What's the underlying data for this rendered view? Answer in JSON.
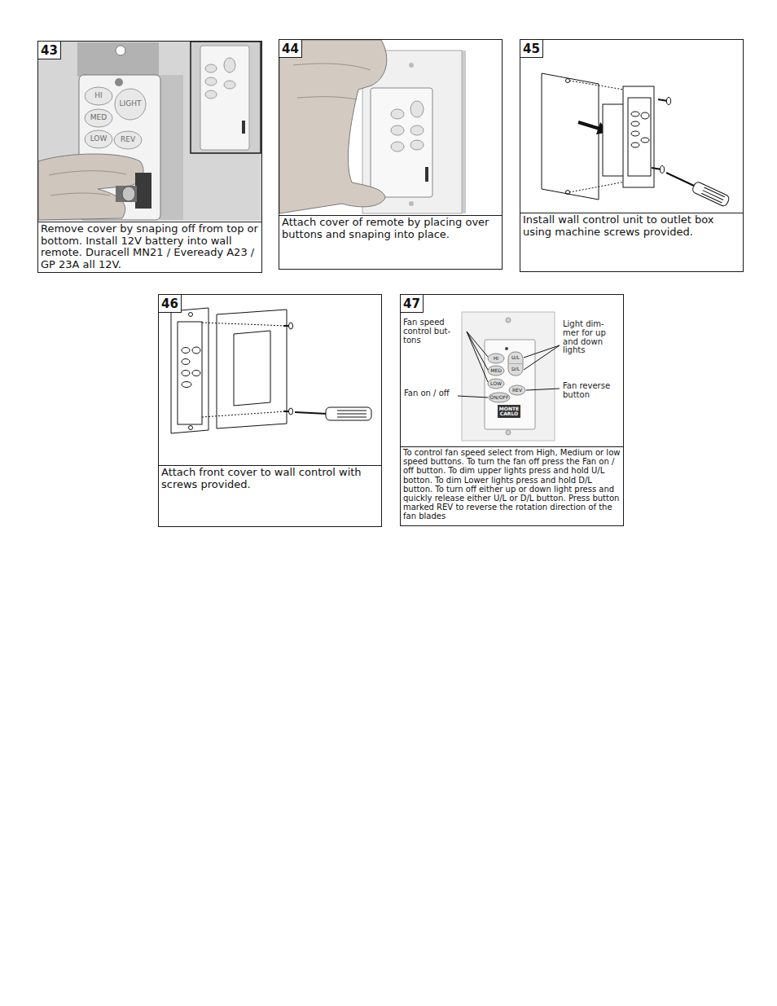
{
  "diagram": {
    "nodes": [
      {
        "text": [
          "Remove cover by snaping off from top or bottom. Install 12V battery into wall remote. Duracell MN21 / Eveready A23 / GP 23A all 12V."
        ]
      },
      {
        "text": [
          "43"
        ],
        "in": 0
      },
      {
        "text": [
          "Attach cover of remote by placing over buttons and snaping into place."
        ]
      },
      {
        "text": [
          "44"
        ],
        "in": 2
      },
      {
        "text": [
          "Install wall control unit to outlet box using machine screws provided."
        ]
      },
      {
        "text": [
          "45"
        ],
        "in": 4
      },
      {
        "text": [
          "Attach front cover to wall control with screws provided."
        ]
      },
      {
        "text": [
          "46"
        ],
        "in": 6
      },
      {
        "text": [
          "To control fan speed select from High, Medium or low speed buttons. To turn the fan off press the Fan on / off button. To dim upper lights press and hold U/L botton. To dim Lower lights press and hold D/L button. To turn off either up or down light press and quickly release either U/L or D/L button. Press button marked REV to reverse the rotation direction of the fan blades"
        ]
      },
      {
        "text": [
          "47"
        ],
        "in": 8
      }
    ],
    "labels": [
      "Fan speed control but- tons",
      "Light dim- mer for up and down lights",
      "Fan on / off",
      "Fan reverse button",
      "HI",
      "U/L",
      "MED",
      "D/L",
      "LOW",
      "REV",
      "ON/OFF",
      "MONTE CARLO",
      "HI",
      "LIGHT",
      "MED",
      "LOW",
      "REV"
    ]
  }
}
